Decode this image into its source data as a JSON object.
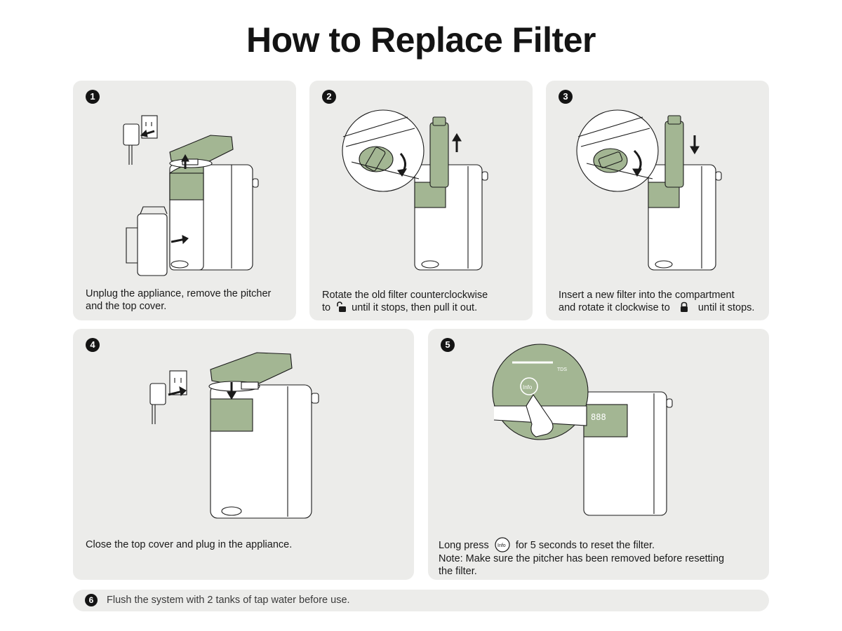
{
  "title": "How to Replace Filter",
  "colors": {
    "card": "#ececea",
    "accent_green": "#a3b693",
    "ink": "#1a1a1a"
  },
  "steps": [
    {
      "number": "1",
      "lines": [
        "Unplug the appliance, remove the pitcher",
        "and the top cover."
      ]
    },
    {
      "number": "2",
      "lines": [
        "Rotate the old filter counterclockwise"
      ],
      "line2_pre": "to",
      "line2_post": "until it stops, then pull it out.",
      "inline_icon": "unlock-icon"
    },
    {
      "number": "3",
      "lines": [
        "Insert a new filter into the compartment"
      ],
      "line2_pre": "and rotate it clockwise to",
      "line2_post": "until it stops.",
      "inline_icon": "lock-icon"
    },
    {
      "number": "4",
      "lines": [
        "Close the top cover and plug in the appliance."
      ]
    },
    {
      "number": "5",
      "line1_pre": "Long press",
      "line1_post": "for 5 seconds to reset the filter.",
      "button_label": "Info",
      "lines": [
        "Note: Make sure the pitcher has been removed before resetting",
        "the filter."
      ],
      "display_label": "TDS"
    },
    {
      "number": "6",
      "lines": [
        "Flush the system with 2 tanks of tap water before use."
      ]
    }
  ]
}
